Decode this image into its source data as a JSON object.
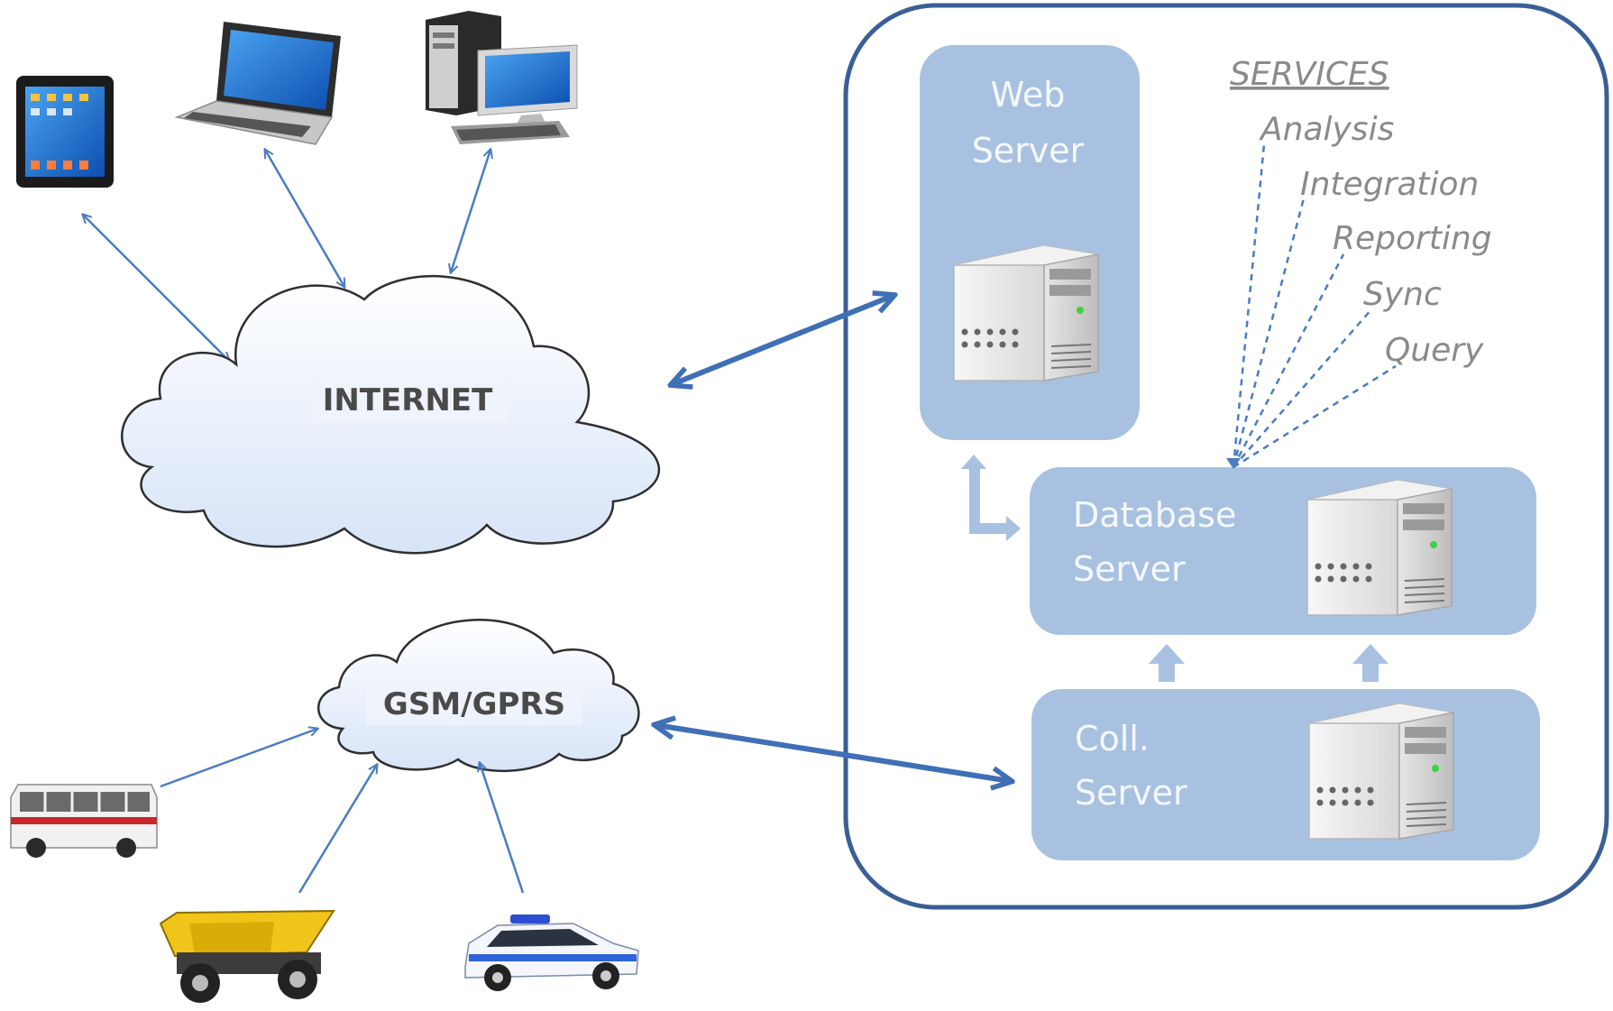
{
  "clouds": {
    "internet": "INTERNET",
    "gsm": "GSM/GPRS"
  },
  "servers": {
    "web": [
      "Web",
      "Server"
    ],
    "database": [
      "Database",
      "Server"
    ],
    "collection": [
      "Coll.",
      "Server"
    ]
  },
  "services": {
    "heading": "SERVICES",
    "items": [
      "Analysis",
      "Integration",
      "Reporting",
      "Sync",
      "Query"
    ]
  },
  "colors": {
    "arrow": "#4a7cc1",
    "thick_arrow": "#3f6fb6",
    "container_border": "#3a5f96",
    "server_panel": "#a9c1e0",
    "server_text": "#f4f8fd",
    "service_text": "#8a8a8a",
    "cloud_fill": "#e4edfa",
    "cloud_stroke": "#3b3b3b",
    "cloud_label": "#4a4a4a"
  },
  "icons": [
    "tablet-icon",
    "laptop-icon",
    "desktop-pc-icon",
    "bus-icon",
    "dump-truck-icon",
    "police-car-icon",
    "server-tower-icon"
  ]
}
